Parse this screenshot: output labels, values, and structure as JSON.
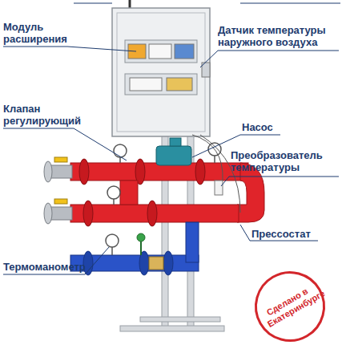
{
  "diagram": {
    "nodes": [
      {
        "text": [
          "Сделано в Екатеринбурге"
        ]
      }
    ],
    "labels": [
      "Модуль расширения",
      "Датчик температуры наружного воздуха",
      "Клапан регулирующий",
      "Насос",
      "Преобразователь температуры",
      "Прессостат",
      "Термоманометр"
    ]
  }
}
